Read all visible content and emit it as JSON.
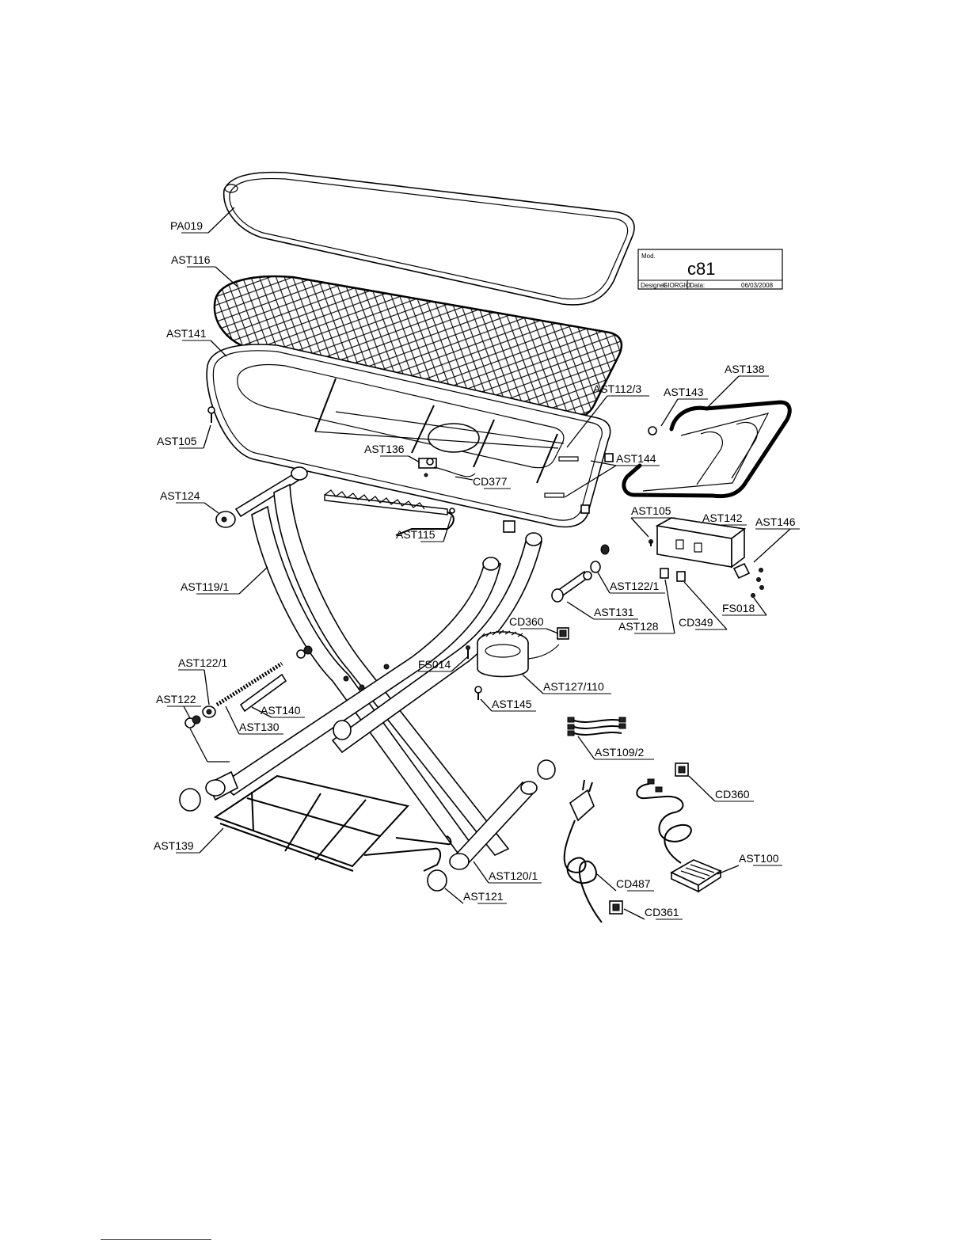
{
  "title_block": {
    "mod_label": "Mod.",
    "model": "c81",
    "designer_label": "Designer:",
    "designer": "GIORGIO",
    "date_label": "Data:",
    "date": "06/03/2008"
  },
  "callouts": {
    "PA019": "PA019",
    "AST116": "AST116",
    "AST141": "AST141",
    "AST105_left": "AST105",
    "AST136": "AST136",
    "CD377": "CD377",
    "AST112_3": "AST112/3",
    "AST143": "AST143",
    "AST138": "AST138",
    "AST144": "AST144",
    "AST124": "AST124",
    "AST115": "AST115",
    "AST105_right": "AST105",
    "AST142": "AST142",
    "AST146": "AST146",
    "AST119_1": "AST119/1",
    "AST122_1_right": "AST122/1",
    "AST131": "AST131",
    "AST128": "AST128",
    "CD349": "CD349",
    "FS018": "FS018",
    "CD360_top": "CD360",
    "FS014": "FS014",
    "AST127_110": "AST127/110",
    "AST145": "AST145",
    "AST122_1_left": "AST122/1",
    "AST122": "AST122",
    "AST140": "AST140",
    "AST130": "AST130",
    "AST109_2": "AST109/2",
    "CD360_bottom": "CD360",
    "AST100": "AST100",
    "AST139": "AST139",
    "AST120_1": "AST120/1",
    "CD487": "CD487",
    "AST121": "AST121",
    "CD361": "CD361"
  }
}
